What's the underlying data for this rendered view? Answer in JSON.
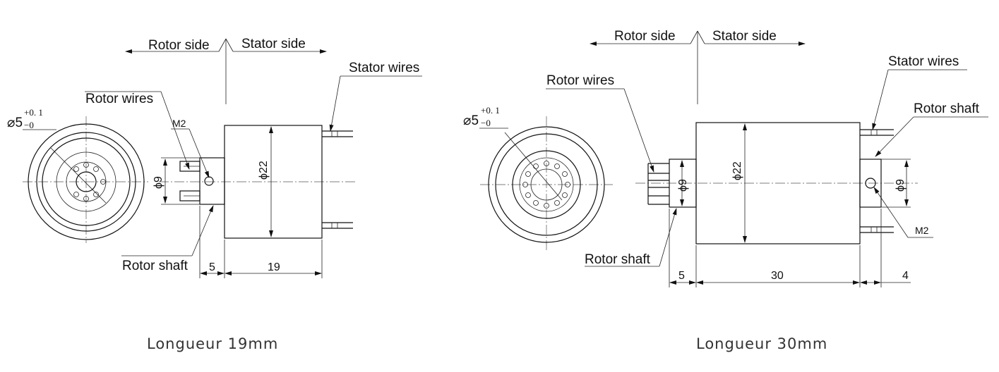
{
  "drawings": [
    {
      "caption": "Longueur 19mm",
      "rotor_side": "Rotor side",
      "stator_side": "Stator side",
      "stator_wires": "Stator wires",
      "rotor_wires": "Rotor wires",
      "rotor_shaft": "Rotor shaft",
      "thread": "M2",
      "bore_symbol": "⌀5",
      "bore_tol_upper": "+0. 1",
      "bore_tol_lower": "−0",
      "dia_body": "ϕ22",
      "dia_shaft": "ϕ9",
      "dim_shaft": "5",
      "dim_body": "19"
    },
    {
      "caption": "Longueur 30mm",
      "rotor_side": "Rotor side",
      "stator_side": "Stator side",
      "stator_wires": "Stator wires",
      "rotor_wires": "Rotor wires",
      "rotor_shaft_right": "Rotor shaft",
      "rotor_shaft": "Rotor shaft",
      "thread": "M2",
      "bore_symbol": "⌀5",
      "bore_tol_upper": "+0. 1",
      "bore_tol_lower": "−0",
      "dia_body": "ϕ22",
      "dia_shaft_left": "ϕ9",
      "dia_shaft_right": "ϕ9",
      "dim_shaft": "5",
      "dim_body": "30",
      "dim_rear": "4"
    }
  ]
}
